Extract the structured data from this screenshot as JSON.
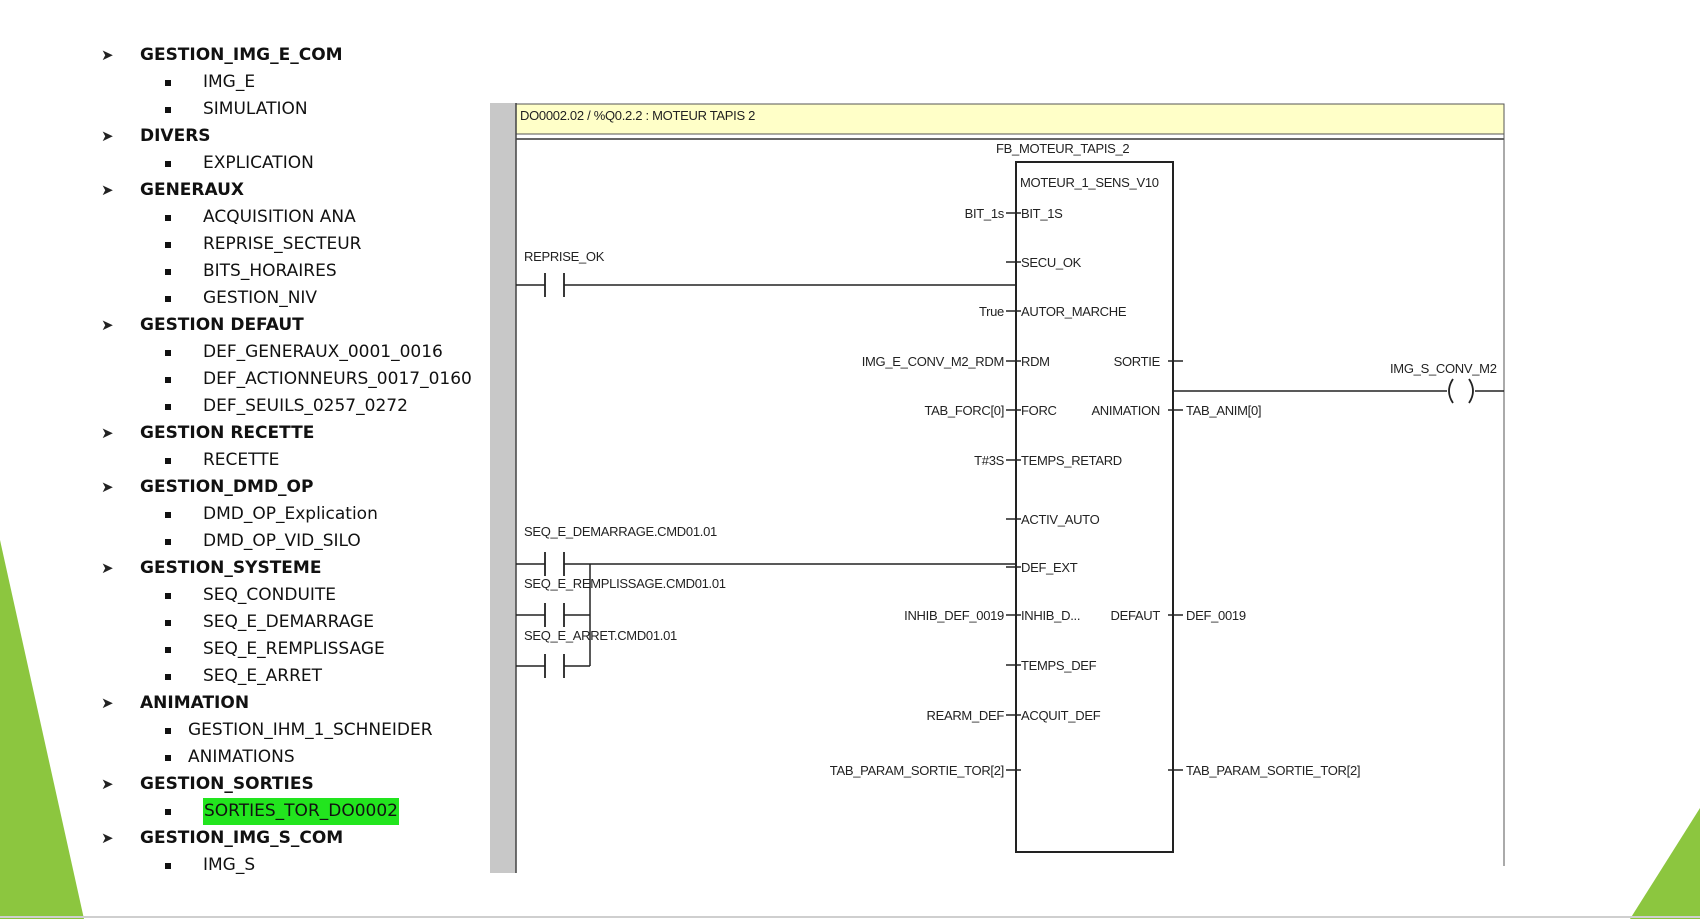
{
  "outline": [
    {
      "title": "GESTION_IMG_E_COM",
      "items": [
        "IMG_E",
        "SIMULATION"
      ]
    },
    {
      "title": "DIVERS",
      "items": [
        "EXPLICATION"
      ]
    },
    {
      "title": "GENERAUX",
      "items": [
        "ACQUISITION ANA",
        "REPRISE_SECTEUR",
        "BITS_HORAIRES",
        "GESTION_NIV"
      ]
    },
    {
      "title": "GESTION DEFAUT",
      "items": [
        "DEF_GENERAUX_0001_0016",
        "DEF_ACTIONNEURS_0017_0160",
        "DEF_SEUILS_0257_0272"
      ]
    },
    {
      "title": "GESTION RECETTE",
      "items": [
        "RECETTE"
      ]
    },
    {
      "title": "GESTION_DMD_OP",
      "items": [
        "DMD_OP_Explication",
        "DMD_OP_VID_SILO"
      ]
    },
    {
      "title": "GESTION_SYSTEME",
      "items": [
        "SEQ_CONDUITE",
        "SEQ_E_DEMARRAGE",
        "SEQ_E_REMPLISSAGE",
        "SEQ_E_ARRET"
      ]
    },
    {
      "title": "ANIMATION",
      "items": [
        "GESTION_IHM_1_SCHNEIDER",
        "ANIMATIONS"
      ]
    },
    {
      "title": "GESTION_SORTIES",
      "items": [
        "SORTIES_TOR_DO0002"
      ]
    },
    {
      "title": "GESTION_IMG_S_COM",
      "items": [
        "IMG_S"
      ]
    }
  ],
  "highlight_item": "SORTIES_TOR_DO0002",
  "highlight_color": "#22e51e",
  "accent_color": "#8cc63f",
  "ladder": {
    "header": "DO0002.02 / %Q0.2.2 : MOTEUR TAPIS 2",
    "header_bg": "#ffffc8",
    "fb_instance": "FB_MOTEUR_TAPIS_2",
    "fb_type": "MOTEUR_1_SENS_V10",
    "inputs": [
      {
        "pin": "BIT_1S",
        "value": "BIT_1s"
      },
      {
        "pin": "SECU_OK",
        "value": ""
      },
      {
        "pin": "AUTOR_MARCHE",
        "value": "True"
      },
      {
        "pin": "RDM",
        "value": "IMG_E_CONV_M2_RDM"
      },
      {
        "pin": "FORC",
        "value": "TAB_FORC[0]"
      },
      {
        "pin": "TEMPS_RETARD",
        "value": "T#3S"
      },
      {
        "pin": "ACTIV_AUTO",
        "value": ""
      },
      {
        "pin": "DEF_EXT",
        "value": ""
      },
      {
        "pin": "INHIB_D...",
        "value": "INHIB_DEF_0019"
      },
      {
        "pin": "TEMPS_DEF",
        "value": ""
      },
      {
        "pin": "ACQUIT_DEF",
        "value": "REARM_DEF"
      },
      {
        "pin": "",
        "value": "TAB_PARAM_SORTIE_TOR[2]"
      }
    ],
    "outputs": [
      {
        "pin": "SORTIE",
        "value": ""
      },
      {
        "pin": "ANIMATION",
        "value": "TAB_ANIM[0]"
      },
      {
        "pin": "DEFAUT",
        "value": "DEF_0019"
      },
      {
        "pin": "",
        "value": "TAB_PARAM_SORTIE_TOR[2]"
      }
    ],
    "contacts": [
      "REPRISE_OK",
      "SEQ_E_DEMARRAGE.CMD01.01",
      "SEQ_E_REMPLISSAGE.CMD01.01",
      "SEQ_E_ARRET.CMD01.01"
    ],
    "coil": "IMG_S_CONV_M2"
  }
}
